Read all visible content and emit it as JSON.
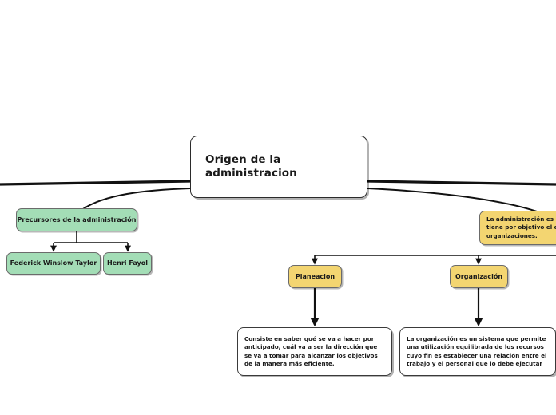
{
  "diagram": {
    "title": "Origen de la administracion",
    "type": "mind-map",
    "background_color": "#ffffff",
    "colors": {
      "green": "#a3ddb6",
      "yellow": "#f3d571",
      "white": "#ffffff",
      "border": "#4a4a4a",
      "text": "#1a1a1a"
    }
  },
  "root": {
    "label": "Origen de la administracion"
  },
  "branch_left": {
    "heading": "Precursores de la administración",
    "children": [
      {
        "label": "Federick Winslow Taylor"
      },
      {
        "label": "Henri Fayol"
      }
    ]
  },
  "branch_right": {
    "definition": "La administración es l tiene por objetivo el e organizaciones."
  },
  "branch_bottom": {
    "items": [
      {
        "label": "Planeacion",
        "description": "Consiste en saber qué se va a hacer por anticipado, cuál va a ser la dirección que se va a tomar para alcanzar los objetivos de la manera más eficiente."
      },
      {
        "label": "Organización",
        "description": "La organización es un sistema que permite una utilización equilibrada de los recursos cuyo fin es establecer una relación entre el trabajo y el personal que lo debe ejecutar"
      }
    ]
  }
}
